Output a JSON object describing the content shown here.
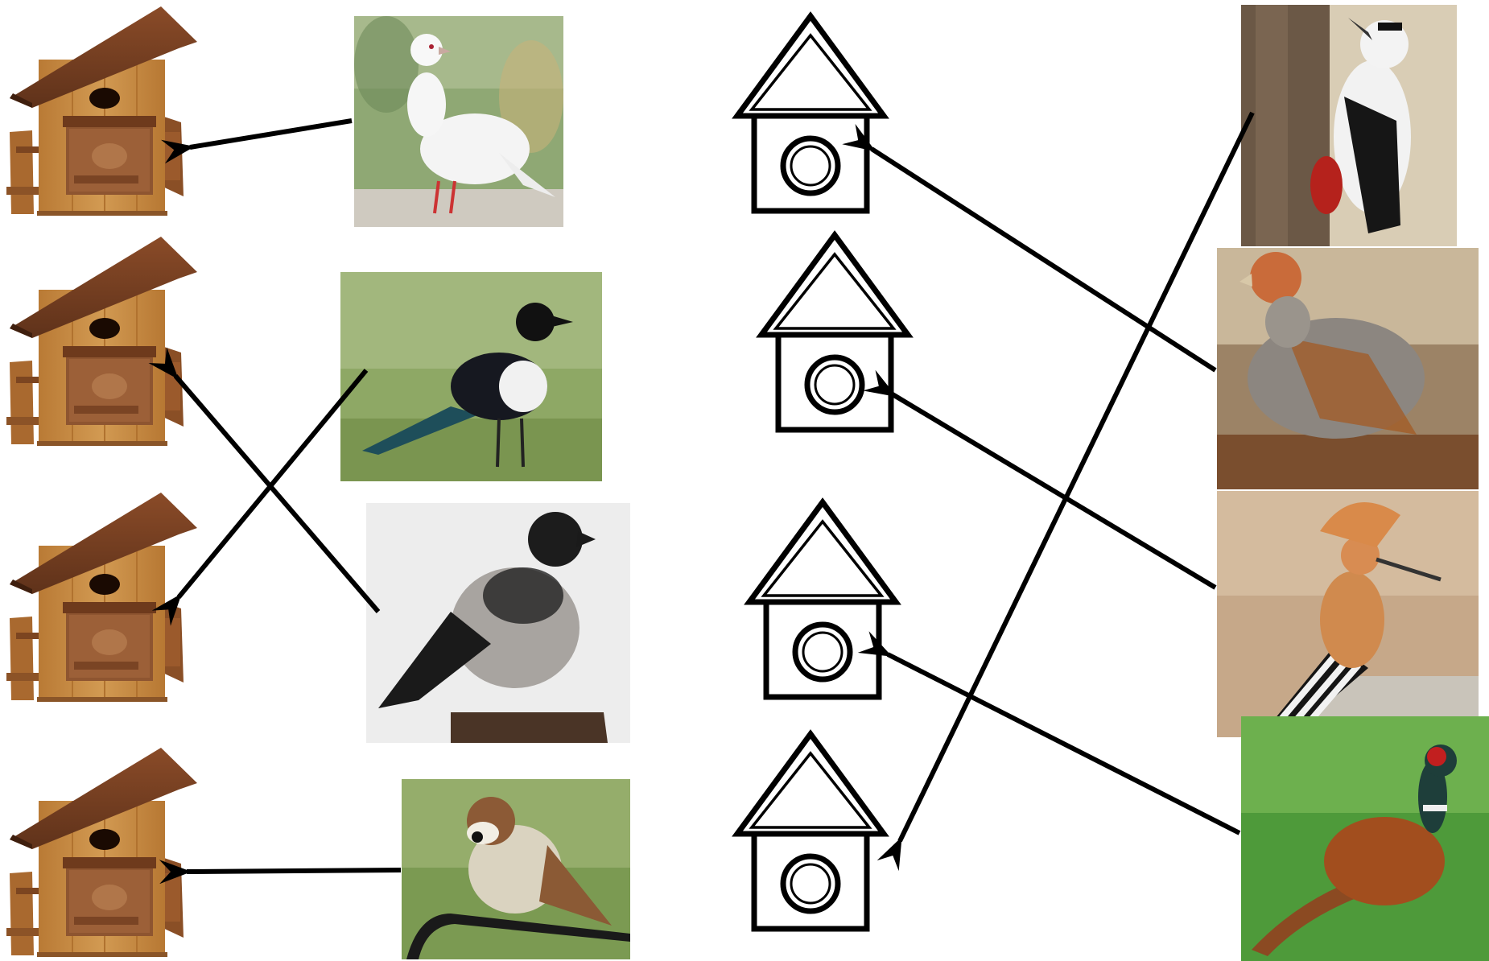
{
  "worksheet": {
    "left_panel": {
      "birdhouses": [
        {
          "icon": "wooden-birdhouse-icon"
        },
        {
          "icon": "wooden-birdhouse-icon"
        },
        {
          "icon": "wooden-birdhouse-icon"
        },
        {
          "icon": "wooden-birdhouse-icon"
        }
      ],
      "birds": [
        {
          "icon": "white-dove-icon"
        },
        {
          "icon": "magpie-icon"
        },
        {
          "icon": "hooded-crow-icon"
        },
        {
          "icon": "sparrow-icon"
        }
      ],
      "connections": [
        {
          "from_bird": 0,
          "to_house": 0
        },
        {
          "from_bird": 1,
          "to_house": 2
        },
        {
          "from_bird": 2,
          "to_house": 1
        },
        {
          "from_bird": 3,
          "to_house": 3
        }
      ]
    },
    "right_panel": {
      "house_outlines": [
        {
          "icon": "house-outline-icon"
        },
        {
          "icon": "house-outline-icon"
        },
        {
          "icon": "house-outline-icon"
        },
        {
          "icon": "house-outline-icon"
        }
      ],
      "birds": [
        {
          "icon": "woodpecker-icon"
        },
        {
          "icon": "partridge-icon"
        },
        {
          "icon": "hoopoe-icon"
        },
        {
          "icon": "pheasant-icon"
        }
      ],
      "connections": [
        {
          "from_bird": 0,
          "to_house": 3
        },
        {
          "from_bird": 1,
          "to_house": 0
        },
        {
          "from_bird": 2,
          "to_house": 1
        },
        {
          "from_bird": 3,
          "to_house": 2
        }
      ]
    },
    "colors": {
      "line": "#000000",
      "wood_light": "#C98E45",
      "wood_dark": "#7A4424",
      "roof": "#6B3A1F"
    }
  }
}
